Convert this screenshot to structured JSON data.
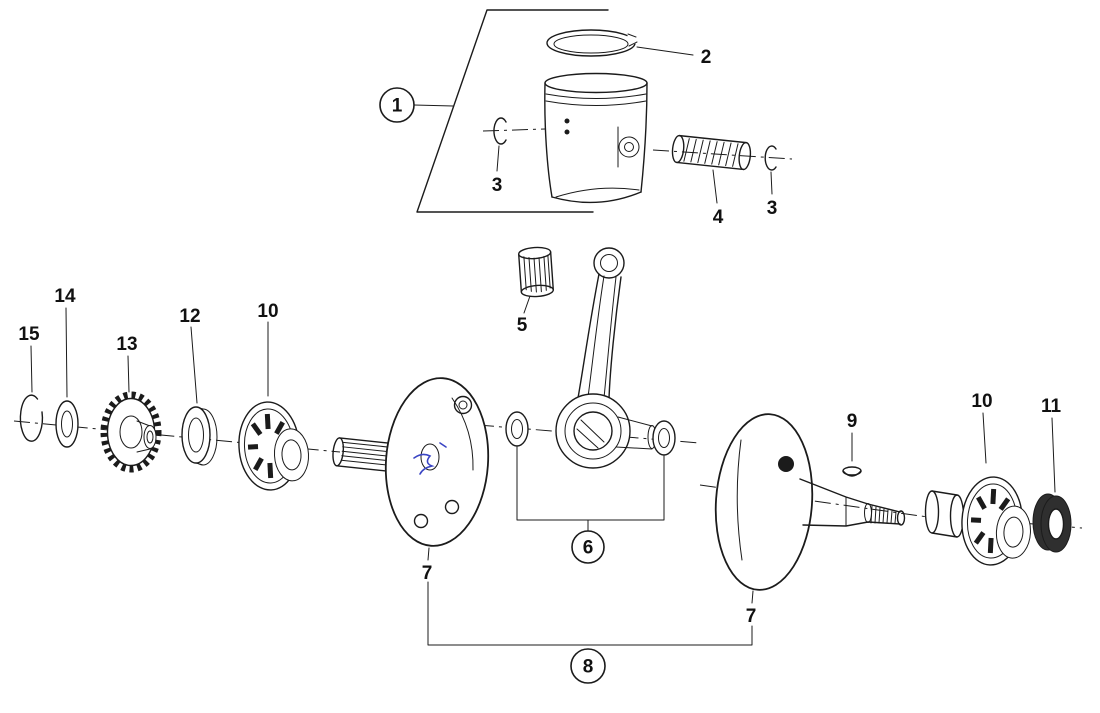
{
  "figure": {
    "type": "exploded-parts-diagram",
    "background": "#ffffff",
    "ink_color": "#1b1b1b",
    "annotation_color": "#3a45c4",
    "callouts": {
      "piston_kit": "1",
      "piston_ring": "2",
      "circlip_left": "3",
      "piston_pin": "4",
      "circlip_right": "3",
      "small_end_bearing": "5",
      "conrod_kit": "6",
      "crank_half_left": "7",
      "crank_half_right": "7",
      "crankshaft_assembly": "8",
      "key": "9",
      "main_bearing_left": "10",
      "main_bearing_right": "10",
      "oil_seal": "11",
      "spacer_ring": "12",
      "gear": "13",
      "washer": "14",
      "snap_ring": "15"
    }
  }
}
